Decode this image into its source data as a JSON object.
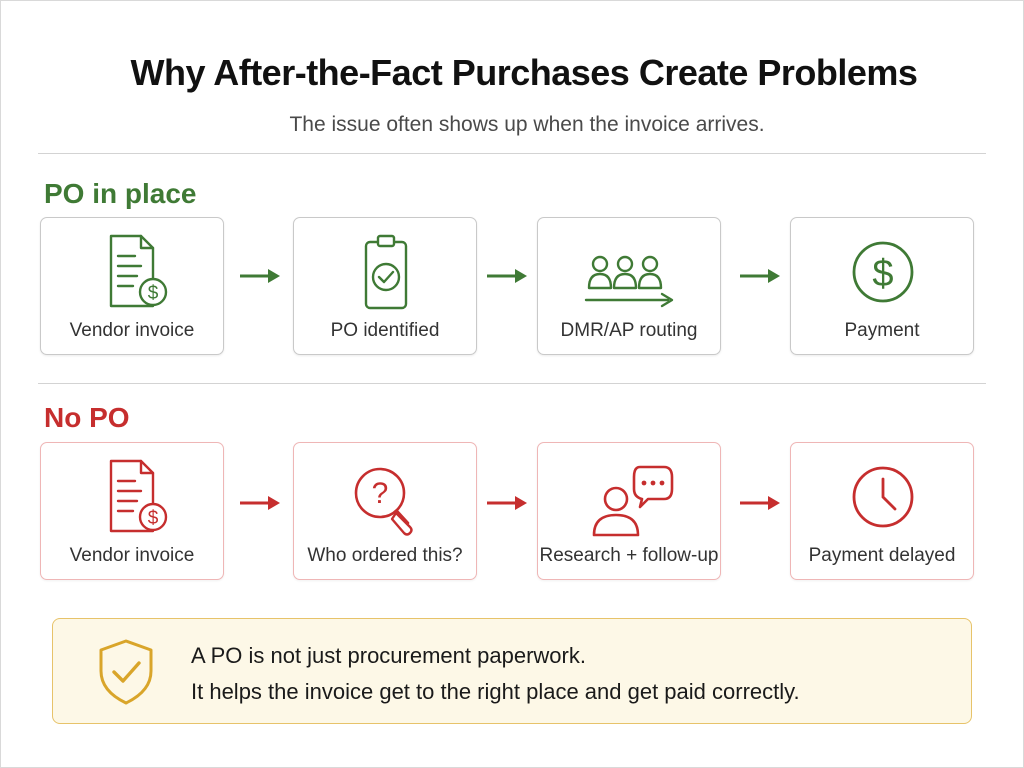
{
  "header": {
    "title": "Why After-the-Fact Purchases Create Problems",
    "subtitle": "The issue often shows up when the invoice arrives."
  },
  "colors": {
    "good": "#3f7a35",
    "bad": "#c62e2e",
    "note_border": "#e7c36a",
    "note_bg": "#fdf8e7",
    "shield": "#d9a52a"
  },
  "flows": [
    {
      "label": "PO in place",
      "steps": [
        {
          "label": "Vendor invoice",
          "icon": "invoice-dollar-icon"
        },
        {
          "label": "PO identified",
          "icon": "clipboard-check-icon"
        },
        {
          "label": "DMR/AP routing",
          "icon": "people-routing-icon"
        },
        {
          "label": "Payment",
          "icon": "dollar-circle-icon"
        }
      ]
    },
    {
      "label": "No PO",
      "steps": [
        {
          "label": "Vendor invoice",
          "icon": "invoice-dollar-icon"
        },
        {
          "label": "Who ordered this?",
          "icon": "magnifier-question-icon"
        },
        {
          "label": "Research + follow-up",
          "icon": "person-chat-icon"
        },
        {
          "label": "Payment delayed",
          "icon": "clock-icon"
        }
      ]
    }
  ],
  "note": {
    "icon": "shield-check-icon",
    "line1": "A PO is not just procurement paperwork.",
    "line2": "It helps the invoice get to the right place and get paid correctly."
  }
}
